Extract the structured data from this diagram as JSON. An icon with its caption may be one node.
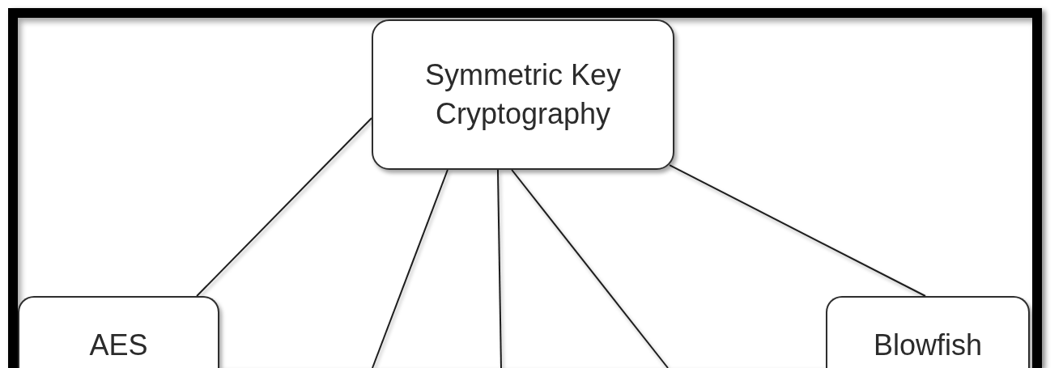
{
  "diagram": {
    "nodes": [
      {
        "text": [
          "Symmetric Key Cryptography"
        ]
      },
      {
        "text": [
          "AES"
        ]
      },
      {
        "text": [
          "Blowfish"
        ]
      }
    ],
    "edges": [
      {
        "from": 0,
        "to": 1,
        "arrow": "none"
      },
      {
        "from": 0,
        "to": null,
        "arrow": "none"
      },
      {
        "from": 0,
        "to": null,
        "arrow": "none"
      },
      {
        "from": 0,
        "to": null,
        "arrow": "none"
      },
      {
        "from": 0,
        "to": 2,
        "arrow": "none"
      }
    ]
  }
}
